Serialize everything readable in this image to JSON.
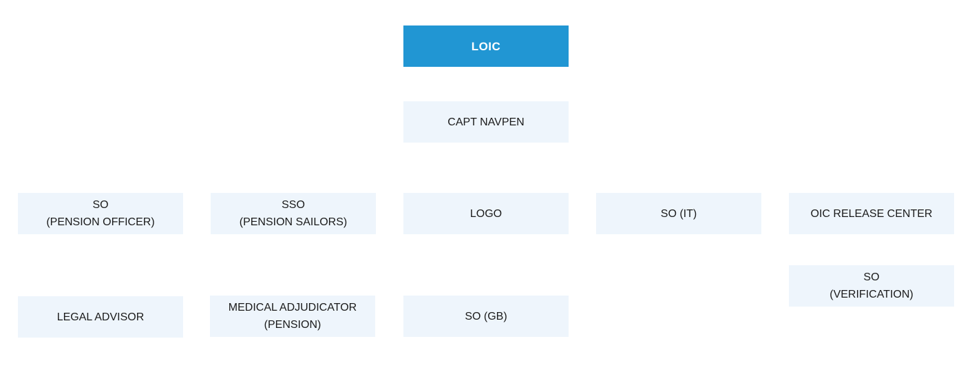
{
  "colors": {
    "primary_fill": "#2196d3",
    "primary_text": "#ffffff",
    "node_fill": "#eef5fc",
    "node_text": "#1a1a1a",
    "background": "#ffffff"
  },
  "nodes": {
    "loic": "LOIC",
    "capt_navpen": "CAPT NAVPEN",
    "so_pension_officer": "SO\n(PENSION OFFICER)",
    "sso_pension_sailors": "SSO\n(PENSION SAILORS)",
    "logo": "LOGO",
    "so_it": "SO (IT)",
    "oic_release_center": "OIC RELEASE CENTER",
    "so_verification": "SO\n(VERIFICATION)",
    "legal_advisor": "LEGAL ADVISOR",
    "medical_adjudicator_pension": "MEDICAL ADJUDICATOR\n(PENSION)",
    "so_gb": "SO (GB)"
  }
}
